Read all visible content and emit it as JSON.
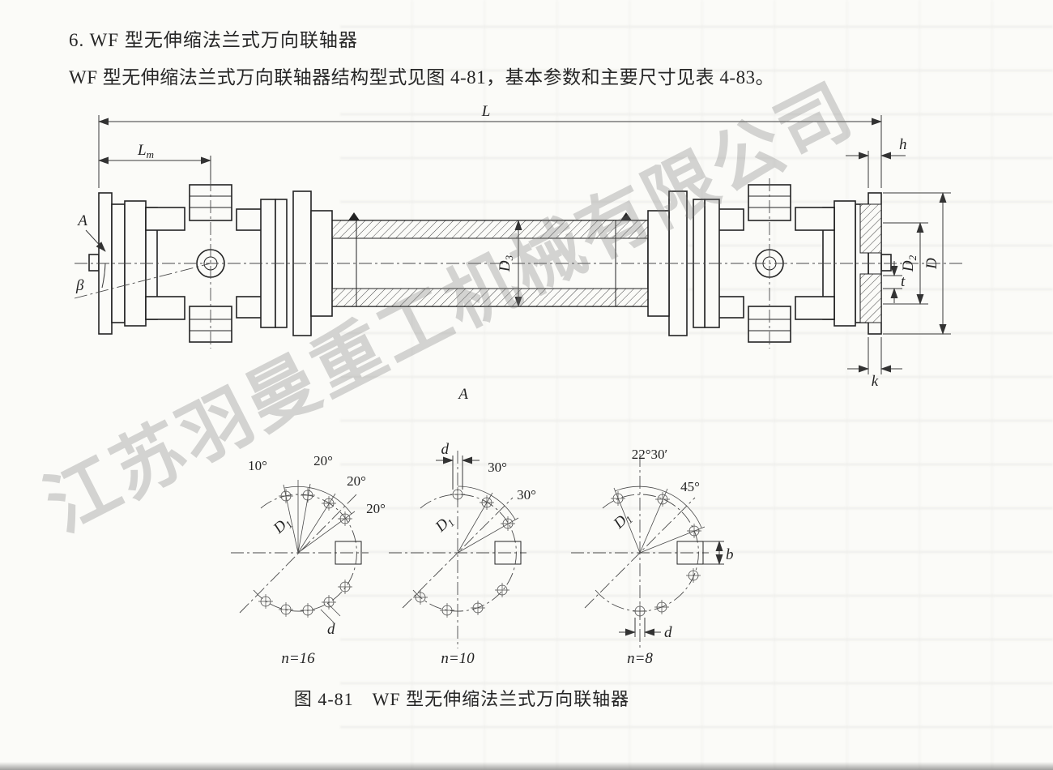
{
  "page": {
    "heading": "6.  WF 型无伸缩法兰式万向联轴器",
    "intro": "WF 型无伸缩法兰式万向联轴器结构型式见图 4-81，基本参数和主要尺寸见表 4-83。",
    "caption": "图 4-81　WF 型无伸缩法兰式万向联轴器",
    "watermark": "江苏羽曼重工机械有限公司"
  },
  "figure": {
    "main": {
      "L": "L",
      "Lm_base": "L",
      "Lm_sub": "m",
      "h": "h",
      "view_arrow": "A",
      "beta": "β",
      "D3_base": "D",
      "D3_sub": "3",
      "D2_base": "D",
      "D2_sub": "2",
      "D": "D",
      "t": "t",
      "k": "k",
      "section_label": "A"
    },
    "views": [
      {
        "angles": [
          "10°",
          "20°",
          "20°",
          "20°"
        ],
        "D1_base": "D",
        "D1_sub": "1",
        "d": "d",
        "n": "n=16"
      },
      {
        "angles": [
          "30°",
          "30°"
        ],
        "D1_base": "D",
        "D1_sub": "1",
        "d": "d",
        "n": "n=10"
      },
      {
        "angles": [
          "22°30′",
          "45°"
        ],
        "D1_base": "D",
        "D1_sub": "1",
        "d": "d",
        "b": "b",
        "n": "n=8"
      }
    ]
  }
}
